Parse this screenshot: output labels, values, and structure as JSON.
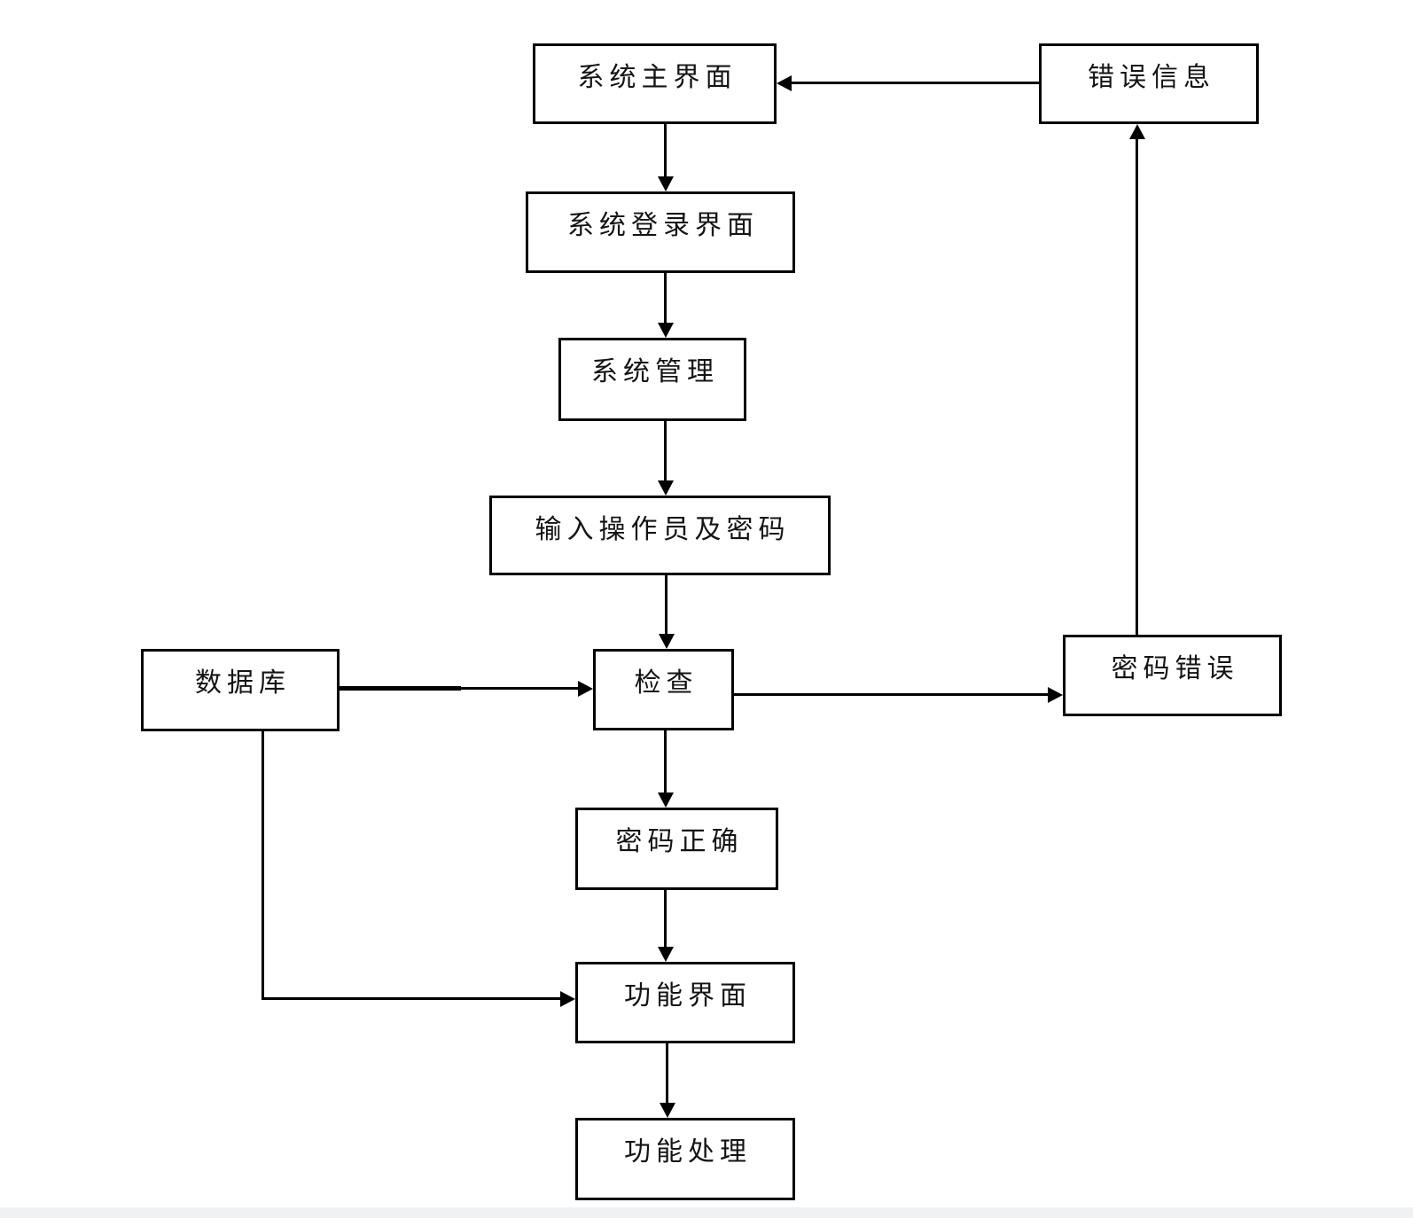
{
  "diagram": {
    "type": "flowchart",
    "nodes": {
      "main_ui": {
        "label": "系统主界面"
      },
      "error_info": {
        "label": "错误信息"
      },
      "login_ui": {
        "label": "系统登录界面"
      },
      "sys_mgmt": {
        "label": "系统管理"
      },
      "input_op": {
        "label": "输入操作员及密码"
      },
      "database": {
        "label": "数据库"
      },
      "check": {
        "label": "检查"
      },
      "pwd_error": {
        "label": "密码错误"
      },
      "pwd_correct": {
        "label": "密码正确"
      },
      "func_ui": {
        "label": "功能界面"
      },
      "func_proc": {
        "label": "功能处理"
      }
    },
    "edges": [
      {
        "from": "main_ui",
        "to": "login_ui",
        "direction": "down"
      },
      {
        "from": "login_ui",
        "to": "sys_mgmt",
        "direction": "down"
      },
      {
        "from": "sys_mgmt",
        "to": "input_op",
        "direction": "down"
      },
      {
        "from": "input_op",
        "to": "check",
        "direction": "down"
      },
      {
        "from": "database",
        "to": "check",
        "direction": "right"
      },
      {
        "from": "check",
        "to": "pwd_error",
        "direction": "right"
      },
      {
        "from": "pwd_error",
        "to": "error_info",
        "direction": "up"
      },
      {
        "from": "error_info",
        "to": "main_ui",
        "direction": "left"
      },
      {
        "from": "check",
        "to": "pwd_correct",
        "direction": "down"
      },
      {
        "from": "pwd_correct",
        "to": "func_ui",
        "direction": "down"
      },
      {
        "from": "database",
        "to": "func_ui",
        "direction": "down-then-right"
      },
      {
        "from": "func_ui",
        "to": "func_proc",
        "direction": "down"
      }
    ],
    "colors": {
      "line": "#000000",
      "box_border": "#000000",
      "background": "#ffffff",
      "footer_strip": "#eff0f2"
    }
  }
}
